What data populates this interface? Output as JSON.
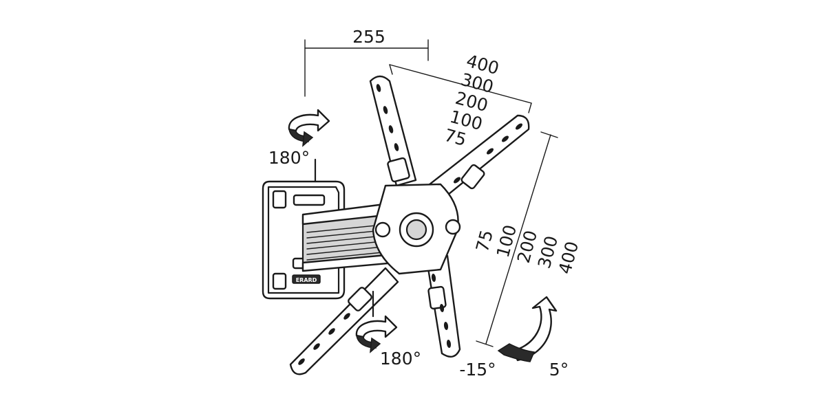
{
  "dimensions": {
    "arm_extension": "255",
    "horizontal_vesa": [
      "400",
      "300",
      "200",
      "100",
      "75"
    ],
    "vertical_vesa": [
      "75",
      "100",
      "200",
      "300",
      "400"
    ]
  },
  "rotations": {
    "wall_swivel": "180°",
    "plate_swivel": "180°",
    "tilt_down": "-15°",
    "tilt_up": "5°"
  },
  "brand_label": "ERARD"
}
